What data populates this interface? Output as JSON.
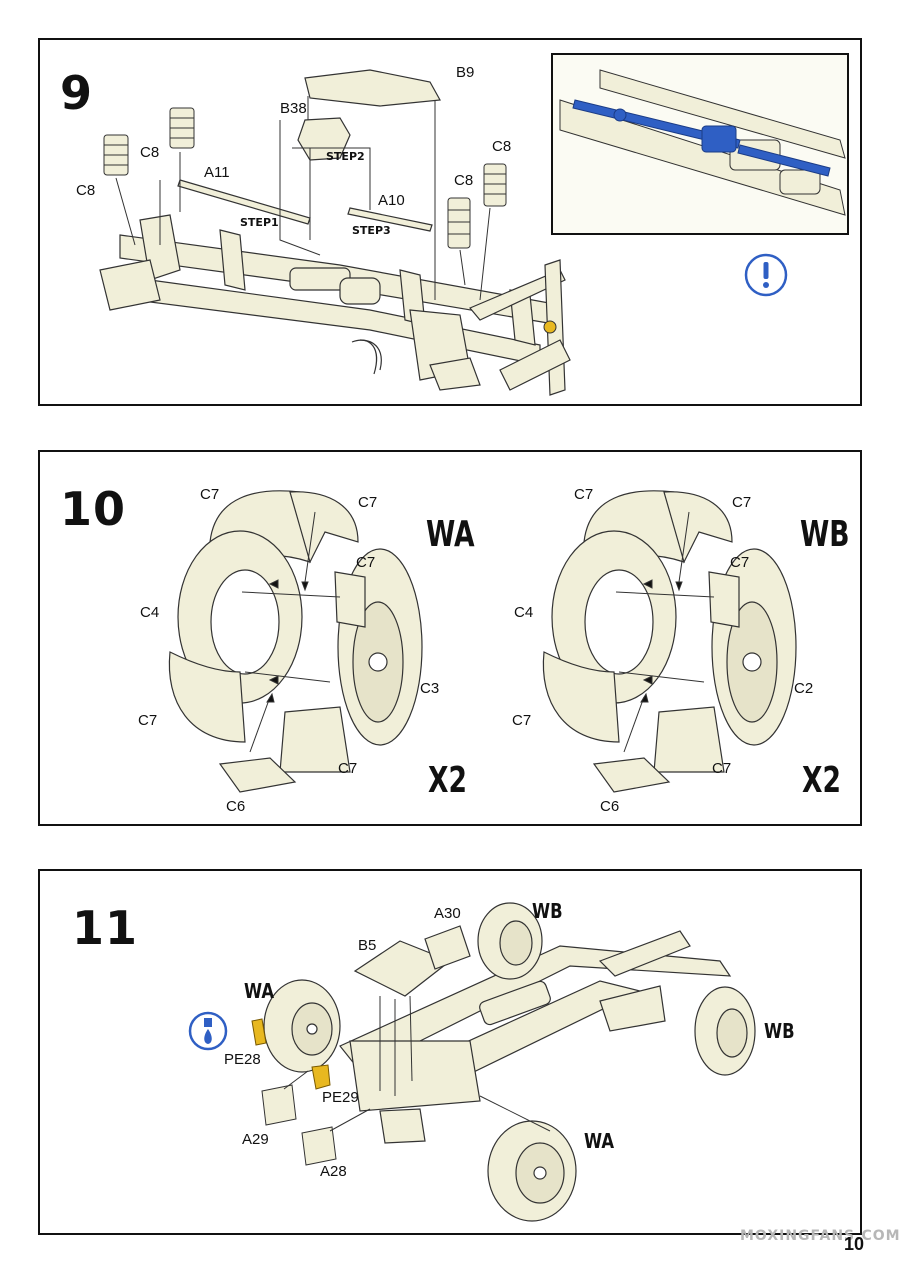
{
  "page_number": "10",
  "watermark": "MOXINGFANS.COM",
  "step9": {
    "number": "9",
    "parts": {
      "b9": "B9",
      "b38": "B38",
      "a11": "A11",
      "a10": "A10",
      "c8_a": "C8",
      "c8_b": "C8",
      "c8_c": "C8",
      "c8_d": "C8"
    },
    "substeps": {
      "s1": "STEP1",
      "s2": "STEP2",
      "s3": "STEP3"
    },
    "notice_icon": "exclamation-circle-icon",
    "highlight_color": "#2f5fc4"
  },
  "step10": {
    "number": "10",
    "left": {
      "set": "WA",
      "qty": "X2",
      "labels": {
        "c7_tl": "C7",
        "c7_tr": "C7",
        "c7_mr": "C7",
        "c7_bl": "C7",
        "c7_br": "C7",
        "c4": "C4",
        "hub": "C3",
        "c6": "C6"
      }
    },
    "right": {
      "set": "WB",
      "qty": "X2",
      "labels": {
        "c7_tl": "C7",
        "c7_tr": "C7",
        "c7_mr": "C7",
        "c7_bl": "C7",
        "c7_br": "C7",
        "c4": "C4",
        "hub": "C2",
        "c6": "C6"
      }
    }
  },
  "step11": {
    "number": "11",
    "parts": {
      "a30": "A30",
      "b5": "B5",
      "pe28": "PE28",
      "pe29": "PE29",
      "a29": "A29",
      "a28": "A28"
    },
    "wheels": {
      "wb_top": "WB",
      "wa_left": "WA",
      "wb_right": "WB",
      "wa_bottom": "WA"
    },
    "glue_icon": "glue-drop-icon",
    "photo_etch_color": "#e8b820"
  }
}
